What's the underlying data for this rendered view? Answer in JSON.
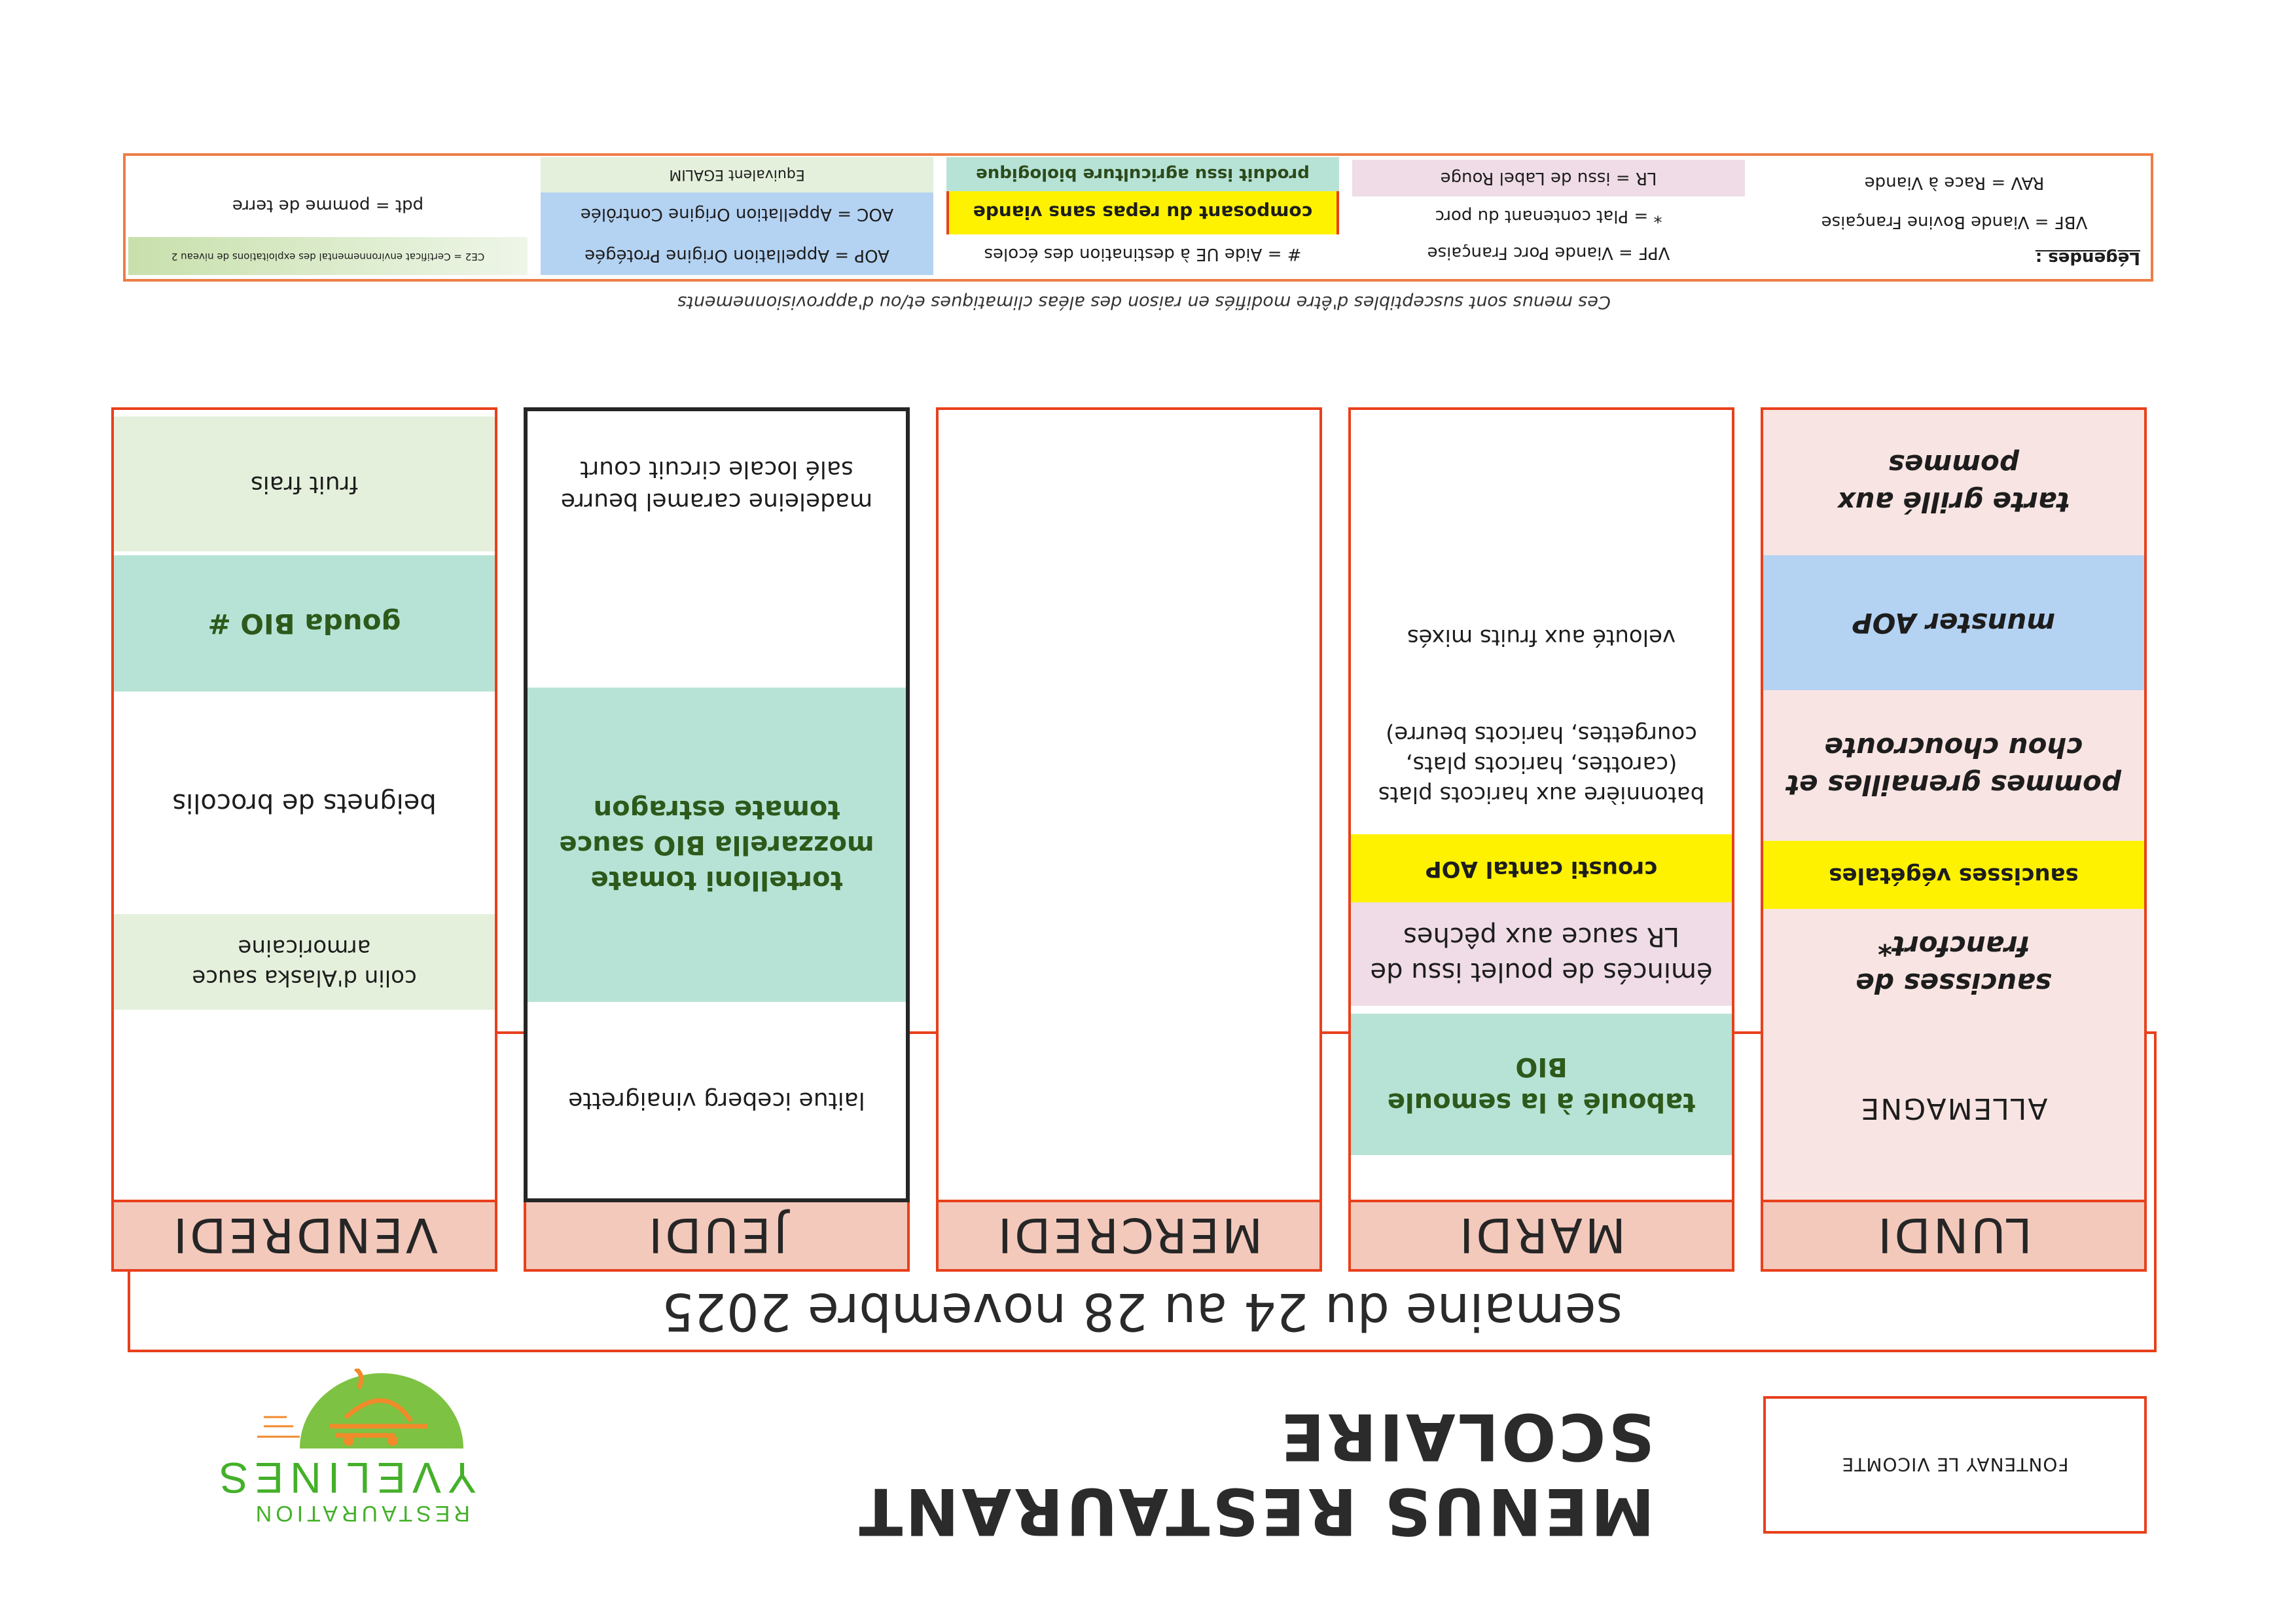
{
  "header": {
    "school": "FONTENAY LE VICOMTE",
    "title": "MENUS RESTAURANT SCOLAIRE",
    "logo": {
      "line1": "YVELINES",
      "line2": "RESTAURATION"
    },
    "week": "semaine du 24  au 28 novembre 2025"
  },
  "colors": {
    "border": "#e8401c",
    "day_header": "#f3c9bc",
    "bio": "#b7e3d6",
    "egalim": "#e4f0dc",
    "vegetarian": "#fff200",
    "aop": "#b4d2f2",
    "label_rouge": "#efdce6",
    "theme_day": "#f8e4e2"
  },
  "days": [
    {
      "name": "LUNDI",
      "items": [
        {
          "text": "ALLEMAGNE",
          "category": "theme"
        },
        {
          "text": "saucisses de francfort*",
          "category": "main"
        },
        {
          "text": "saucisses végétales",
          "category": "vegetarian"
        },
        {
          "text": "pommes grenailles et chou choucroute",
          "category": "side"
        },
        {
          "text": "munster AOP",
          "category": "aop"
        },
        {
          "text": "tarte grillé aux pommes",
          "category": "dessert"
        }
      ]
    },
    {
      "name": "MARDI",
      "items": [
        {
          "text": "taboulé à la semoule BIO",
          "category": "bio"
        },
        {
          "text": "émincés de poulet issu de LR sauce aux pêches",
          "category": "label_rouge"
        },
        {
          "text": "crousti cantal AOP",
          "category": "vegetarian"
        },
        {
          "text": "batonnière aux haricots plats (carottes, haricots plats, courgettes, haricots beurre)",
          "category": "side"
        },
        {
          "text": "velouté aux fruits mixés",
          "category": "dessert"
        }
      ]
    },
    {
      "name": "MERCREDI",
      "items": []
    },
    {
      "name": "JEUDI",
      "items": [
        {
          "text": "laitue iceberg vinaigrette",
          "category": "starter"
        },
        {
          "text": "tortelloni tomate mozzarella BIO sauce tomate estragon",
          "category": "bio"
        },
        {
          "text": "madeleine caramel beurre salé locale circuit court",
          "category": "dessert"
        }
      ]
    },
    {
      "name": "VENDREDI",
      "items": [
        {
          "text": "colin d'Alaska sauce armoricaine",
          "category": "egalim"
        },
        {
          "text": "beignets de brocolis",
          "category": "side"
        },
        {
          "text": "gouda BIO #",
          "category": "bio"
        },
        {
          "text": "fruit frais",
          "category": "egalim"
        }
      ]
    }
  ],
  "disclaimer": "Ces menus sont susceptibles d'être modifiés en raison des aléas climatiques et/ou d'approvisionnements",
  "legend": {
    "title": "Légendes :",
    "entries": {
      "vbf": "VBF = Viande Bovine Française",
      "rav": "RAV = Race à Viande",
      "vpf": "VPF = Viande Porc Française",
      "pork": "* = Plat contenant du porc",
      "lr": "LR = issu de Label Rouge",
      "ue": "# = Aide UE à destination des écoles",
      "veg": "composant du repas sans viande",
      "bio": "produit issu agriculture biologique",
      "aop": "AOP = Appellation Origine Protégée",
      "aoc": "AOC = Appellation Origine Contrôlée",
      "egalim": "Equivalent EGALIM",
      "ce2": "CE2 = Certificat environnemental des exploitations de niveau 2",
      "pdt": "pdt = pomme de terre"
    }
  }
}
